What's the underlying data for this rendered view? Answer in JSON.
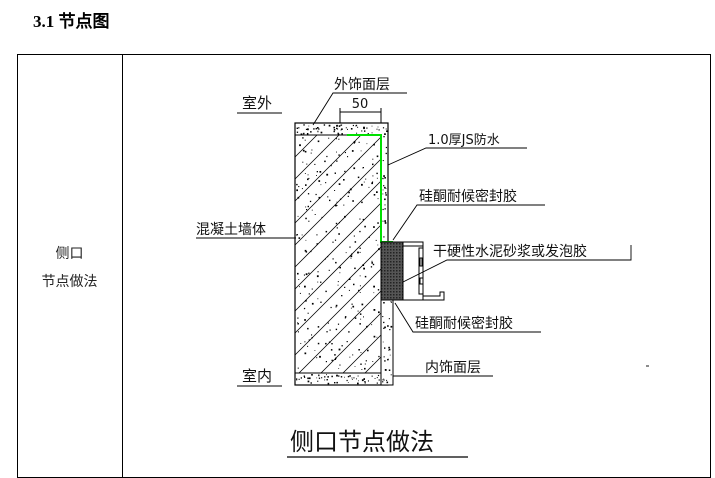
{
  "section_heading": "3.1 节点图",
  "table": {
    "rows": [
      {
        "label_line1": "侧口",
        "label_line2": "节点做法",
        "drawing": {
          "title": "侧口节点做法",
          "labels": {
            "outside": "室外",
            "inside": "室内",
            "exterior_finish": "外饰面层",
            "dimension": "50",
            "waterproofing": "1.0厚JS防水",
            "sealant_top": "硅酮耐候密封胶",
            "concrete_wall": "混凝土墙体",
            "filler": "干硬性水泥砂浆或发泡胶",
            "sealant_bottom": "硅酮耐候密封胶",
            "interior_finish": "内饰面层"
          },
          "colors": {
            "waterproofing_line": "#00e000",
            "lines": "#000000"
          }
        }
      }
    ]
  }
}
